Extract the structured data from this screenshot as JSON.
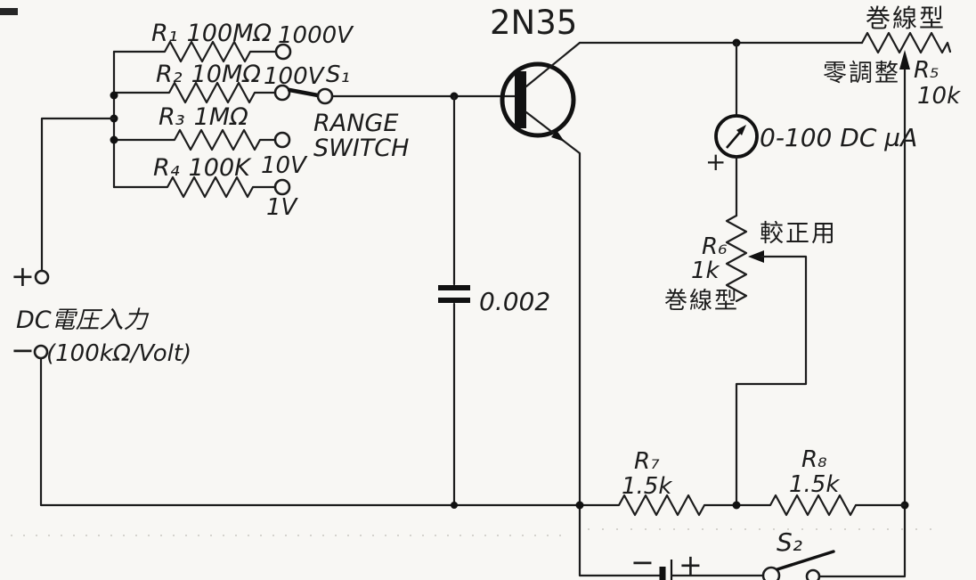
{
  "transistor": {
    "part": "2N35"
  },
  "input_section": {
    "plus_sign": "+",
    "minus_sign": "−",
    "title": "DC電圧入力",
    "subtitle": "(100kΩ/Volt)"
  },
  "range_switch": {
    "line1": "RANGE",
    "line2": "SWITCH",
    "switch_label": "S₁",
    "resistors": [
      {
        "name": "R₁",
        "value": "100MΩ",
        "tap": "1000V"
      },
      {
        "name": "R₂",
        "value": "10MΩ",
        "tap": "100V"
      },
      {
        "name": "R₃",
        "value": "1MΩ",
        "tap": "10V"
      },
      {
        "name": "R₄",
        "value": "100K",
        "tap": "1V"
      }
    ]
  },
  "capacitor": {
    "value": "0.002"
  },
  "meter": {
    "range": "0-100 DC µA",
    "polarity": "+"
  },
  "r5": {
    "name": "R₅",
    "value": "10k",
    "type_label": "巻線型",
    "function_label": "零調整"
  },
  "r6": {
    "name": "R₆",
    "value": "1k",
    "type_label": "巻線型",
    "function_label": "較正用"
  },
  "r7": {
    "name": "R₇",
    "value": "1.5k"
  },
  "r8": {
    "name": "R₈",
    "value": "1.5k"
  },
  "battery": {
    "minus_sign": "−",
    "plus_sign": "+"
  },
  "s2": {
    "label": "S₂"
  },
  "colors": {
    "ink": "#1c1c1c",
    "paper": "#f8f7f4"
  }
}
